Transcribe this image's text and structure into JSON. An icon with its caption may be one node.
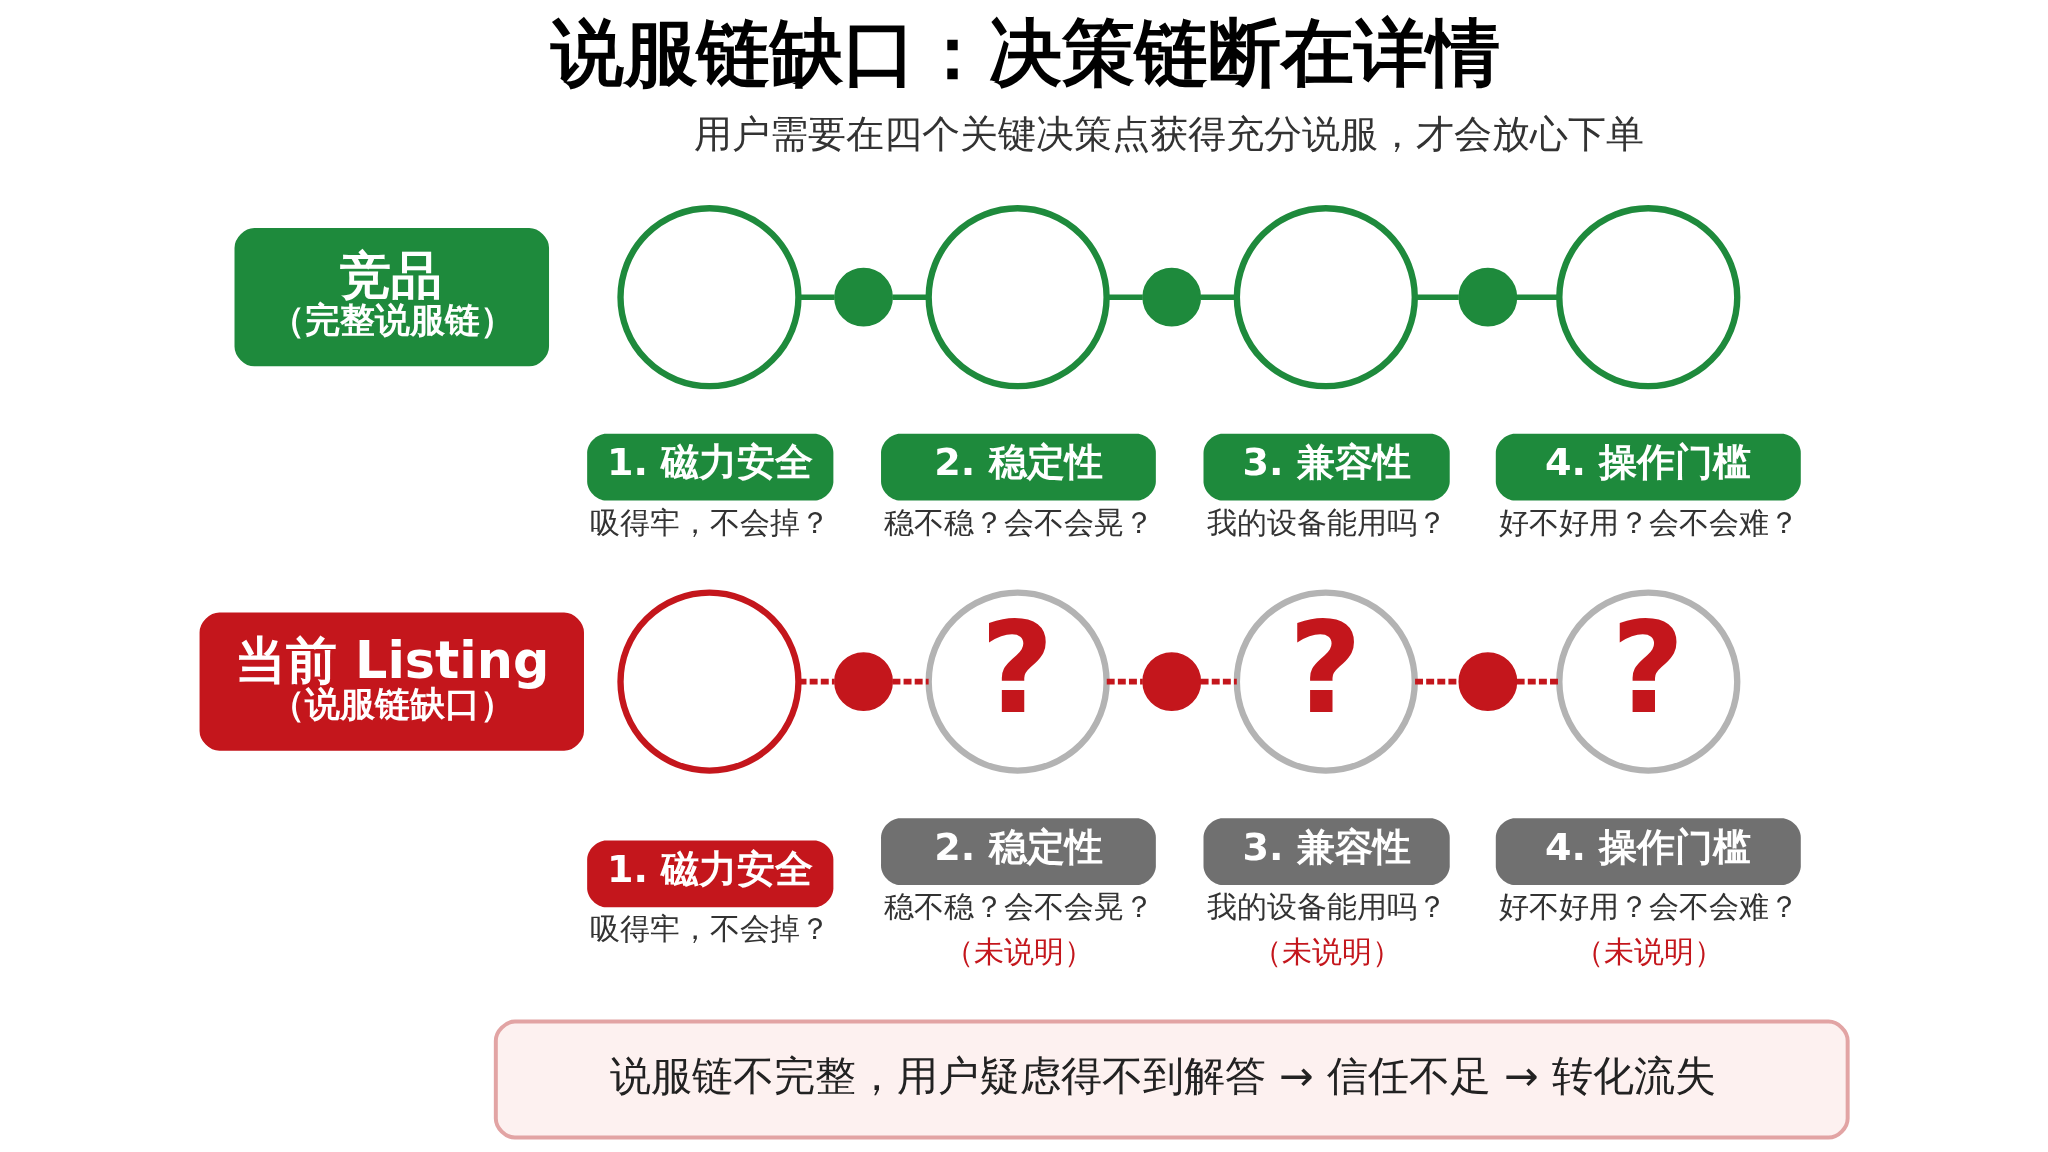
{
  "diagram": {
    "title": "说服链缺口：决策链断在详情",
    "nodes": [
      {
        "text": [
          "竞品",
          "（完整说服链）"
        ]
      },
      {
        "text": [],
        "shape": "circle"
      },
      {
        "text": [],
        "shape": "circle"
      },
      {
        "text": [],
        "shape": "circle"
      },
      {
        "text": [],
        "shape": "circle"
      },
      {
        "text": [],
        "shape": "circle"
      },
      {
        "text": [],
        "shape": "circle"
      },
      {
        "text": [],
        "shape": "circle"
      },
      {
        "text": [
          "1. 磁力安全"
        ],
        "beside": [
          "吸得牢，不会掉？"
        ]
      },
      {
        "text": [
          "2. 稳定性"
        ],
        "beside": [
          "稳不稳？会不会晃？"
        ]
      },
      {
        "text": [
          "3. 兼容性"
        ],
        "beside": [
          "我的设备能用吗？"
        ]
      },
      {
        "text": [
          "4. 操作门槛"
        ],
        "beside": [
          "好不好用？会不会难？"
        ]
      },
      {
        "text": [
          "当前 Listing",
          "（说服链缺口）"
        ]
      },
      {
        "text": [],
        "shape": "circle"
      },
      {
        "text": [],
        "shape": "circle"
      },
      {
        "text": [
          "?"
        ]
      },
      {
        "text": [],
        "shape": "circle"
      },
      {
        "text": [
          "?"
        ]
      },
      {
        "text": [],
        "shape": "circle"
      },
      {
        "text": [
          "?"
        ]
      },
      {
        "text": [
          "1. 磁力安全"
        ],
        "beside": [
          "吸得牢，不会掉？"
        ]
      },
      {
        "text": [
          "2. 稳定性"
        ],
        "beside": [
          "稳不稳？会不会晃？",
          "（未说明）"
        ]
      },
      {
        "text": [
          "3. 兼容性"
        ],
        "beside": [
          "我的设备能用吗？",
          "（未说明）"
        ]
      },
      {
        "text": [
          "4. 操作门槛"
        ],
        "beside": [
          "好不好用？会不会难？",
          "（未说明）"
        ]
      },
      {
        "text": [
          "说服链不完整，用户疑虑得不到解答 → 信任不足 → 转化流失"
        ]
      }
    ],
    "edges": [
      {
        "from": 1,
        "to": 2,
        "arrow": "none",
        "color": "#1e8a3c"
      },
      {
        "from": 2,
        "to": 3,
        "arrow": "none",
        "color": "#1e8a3c"
      },
      {
        "from": 3,
        "to": 4,
        "arrow": "none",
        "color": "#1e8a3c"
      },
      {
        "from": 4,
        "to": 5,
        "arrow": "none",
        "color": "#1e8a3c"
      },
      {
        "from": 5,
        "to": 6,
        "arrow": "none",
        "color": "#1e8a3c"
      },
      {
        "from": 6,
        "to": 7,
        "arrow": "none",
        "color": "#1e8a3c"
      },
      {
        "from": 13,
        "to": 14,
        "arrow": "none",
        "style": "dashed",
        "color": "#c4161c"
      },
      {
        "from": 14,
        "to": 15,
        "arrow": "none",
        "style": "dashed",
        "color": "#c4161c"
      },
      {
        "from": 15,
        "to": 16,
        "arrow": "none",
        "style": "dashed",
        "color": "#c4161c"
      },
      {
        "from": 16,
        "to": 17,
        "arrow": "none",
        "style": "dashed",
        "color": "#c4161c"
      },
      {
        "from": 17,
        "to": 18,
        "arrow": "none",
        "style": "dashed",
        "color": "#c4161c"
      },
      {
        "from": 18,
        "to": 19,
        "arrow": "none",
        "style": "dashed",
        "color": "#c4161c"
      }
    ],
    "labels": [
      "用户需要在四个关键决策点获得充分说服，才会放心下单"
    ]
  }
}
